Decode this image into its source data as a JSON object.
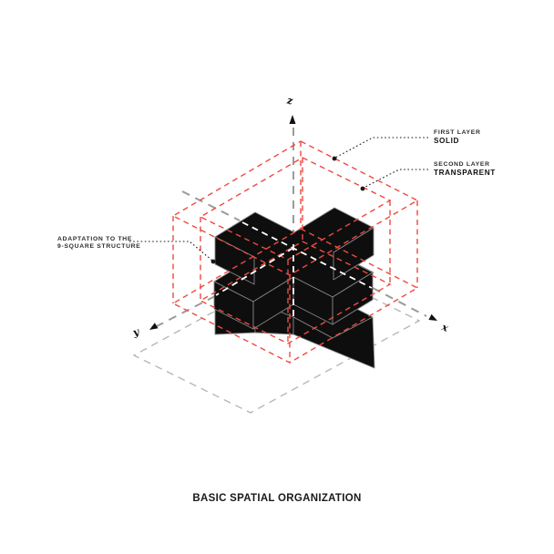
{
  "diagram": {
    "title": "BASIC SPATIAL ORGANIZATION",
    "axes": {
      "x": "x",
      "y": "y",
      "z": "z"
    },
    "annotations": {
      "first_layer": {
        "line1": "FIRST LAYER",
        "line2": "SOLID"
      },
      "second_layer": {
        "line1": "SECOND LAYER",
        "line2": "TRANSPARENT"
      },
      "adaptation": {
        "line1": "ADAPTATION TO THE",
        "line2": "9-SQUARE STRUCTURE"
      }
    },
    "colors": {
      "background": "#ffffff",
      "wireframe_red": "#ee4a40",
      "axis_gray": "#9b9b9b",
      "ground_gray": "#b3b3b3",
      "solid_black": "#0e0e0e",
      "edge_gray": "#858585",
      "leader_black": "#1a1a1a"
    }
  }
}
